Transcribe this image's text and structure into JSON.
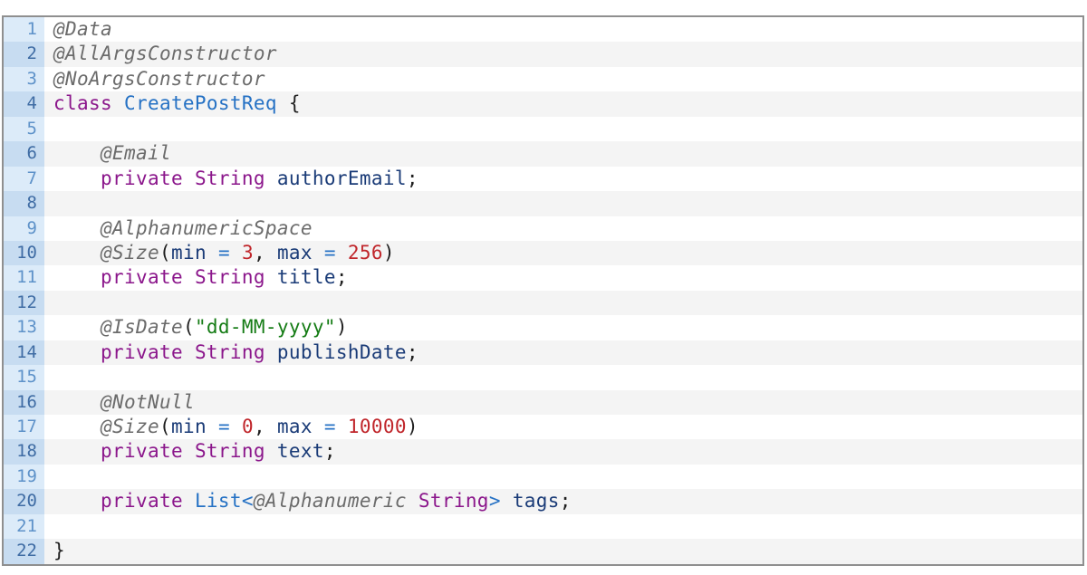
{
  "editor": {
    "colors": {
      "border": "#8f8f8f",
      "gutter_bg_odd": "#dcebf9",
      "gutter_bg_even": "#c7dcf1",
      "gutter_num_odd": "#5e92c9",
      "gutter_num_even": "#3f6ca4",
      "row_bg_odd": "#ffffff",
      "row_bg_even": "#f4f4f4",
      "annotation": "#6b6b6b",
      "keyword": "#8b168b",
      "classname": "#2571c4",
      "identifier": "#1a3b77",
      "operator": "#2571c4",
      "number_literal": "#c0262b",
      "string": "#157c15",
      "punctuation": "#1e1e1e"
    },
    "lines": [
      {
        "num": "1",
        "tokens": [
          [
            "ann",
            "@Data"
          ]
        ]
      },
      {
        "num": "2",
        "tokens": [
          [
            "ann",
            "@AllArgsConstructor"
          ]
        ]
      },
      {
        "num": "3",
        "tokens": [
          [
            "ann",
            "@NoArgsConstructor"
          ]
        ]
      },
      {
        "num": "4",
        "tokens": [
          [
            "kw",
            "class"
          ],
          [
            "pln",
            " "
          ],
          [
            "cls",
            "CreatePostReq"
          ],
          [
            "pln",
            " "
          ],
          [
            "pun",
            "{"
          ]
        ]
      },
      {
        "num": "5",
        "tokens": []
      },
      {
        "num": "6",
        "tokens": [
          [
            "pln",
            "    "
          ],
          [
            "ann",
            "@Email"
          ]
        ]
      },
      {
        "num": "7",
        "tokens": [
          [
            "pln",
            "    "
          ],
          [
            "kw",
            "private"
          ],
          [
            "pln",
            " "
          ],
          [
            "kw",
            "String"
          ],
          [
            "pln",
            " "
          ],
          [
            "id",
            "authorEmail"
          ],
          [
            "pun",
            ";"
          ]
        ]
      },
      {
        "num": "8",
        "tokens": []
      },
      {
        "num": "9",
        "tokens": [
          [
            "pln",
            "    "
          ],
          [
            "ann",
            "@AlphanumericSpace"
          ]
        ]
      },
      {
        "num": "10",
        "tokens": [
          [
            "pln",
            "    "
          ],
          [
            "ann",
            "@Size"
          ],
          [
            "pun",
            "("
          ],
          [
            "id",
            "min"
          ],
          [
            "pln",
            " "
          ],
          [
            "op",
            "="
          ],
          [
            "pln",
            " "
          ],
          [
            "num",
            "3"
          ],
          [
            "pun",
            ","
          ],
          [
            "pln",
            " "
          ],
          [
            "id",
            "max"
          ],
          [
            "pln",
            " "
          ],
          [
            "op",
            "="
          ],
          [
            "pln",
            " "
          ],
          [
            "num",
            "256"
          ],
          [
            "pun",
            ")"
          ]
        ]
      },
      {
        "num": "11",
        "tokens": [
          [
            "pln",
            "    "
          ],
          [
            "kw",
            "private"
          ],
          [
            "pln",
            " "
          ],
          [
            "kw",
            "String"
          ],
          [
            "pln",
            " "
          ],
          [
            "id",
            "title"
          ],
          [
            "pun",
            ";"
          ]
        ]
      },
      {
        "num": "12",
        "tokens": []
      },
      {
        "num": "13",
        "tokens": [
          [
            "pln",
            "    "
          ],
          [
            "ann",
            "@IsDate"
          ],
          [
            "pun",
            "("
          ],
          [
            "str",
            "\"dd-MM-yyyy\""
          ],
          [
            "pun",
            ")"
          ]
        ]
      },
      {
        "num": "14",
        "tokens": [
          [
            "pln",
            "    "
          ],
          [
            "kw",
            "private"
          ],
          [
            "pln",
            " "
          ],
          [
            "kw",
            "String"
          ],
          [
            "pln",
            " "
          ],
          [
            "id",
            "publishDate"
          ],
          [
            "pun",
            ";"
          ]
        ]
      },
      {
        "num": "15",
        "tokens": []
      },
      {
        "num": "16",
        "tokens": [
          [
            "pln",
            "    "
          ],
          [
            "ann",
            "@NotNull"
          ]
        ]
      },
      {
        "num": "17",
        "tokens": [
          [
            "pln",
            "    "
          ],
          [
            "ann",
            "@Size"
          ],
          [
            "pun",
            "("
          ],
          [
            "id",
            "min"
          ],
          [
            "pln",
            " "
          ],
          [
            "op",
            "="
          ],
          [
            "pln",
            " "
          ],
          [
            "num",
            "0"
          ],
          [
            "pun",
            ","
          ],
          [
            "pln",
            " "
          ],
          [
            "id",
            "max"
          ],
          [
            "pln",
            " "
          ],
          [
            "op",
            "="
          ],
          [
            "pln",
            " "
          ],
          [
            "num",
            "10000"
          ],
          [
            "pun",
            ")"
          ]
        ]
      },
      {
        "num": "18",
        "tokens": [
          [
            "pln",
            "    "
          ],
          [
            "kw",
            "private"
          ],
          [
            "pln",
            " "
          ],
          [
            "kw",
            "String"
          ],
          [
            "pln",
            " "
          ],
          [
            "id",
            "text"
          ],
          [
            "pun",
            ";"
          ]
        ]
      },
      {
        "num": "19",
        "tokens": []
      },
      {
        "num": "20",
        "tokens": [
          [
            "pln",
            "    "
          ],
          [
            "kw",
            "private"
          ],
          [
            "pln",
            " "
          ],
          [
            "cls",
            "List"
          ],
          [
            "op",
            "<"
          ],
          [
            "ann",
            "@Alphanumeric"
          ],
          [
            "pln",
            " "
          ],
          [
            "kw",
            "String"
          ],
          [
            "op",
            ">"
          ],
          [
            "pln",
            " "
          ],
          [
            "id",
            "tags"
          ],
          [
            "pun",
            ";"
          ]
        ]
      },
      {
        "num": "21",
        "tokens": []
      },
      {
        "num": "22",
        "tokens": [
          [
            "pun",
            "}"
          ]
        ]
      }
    ]
  }
}
